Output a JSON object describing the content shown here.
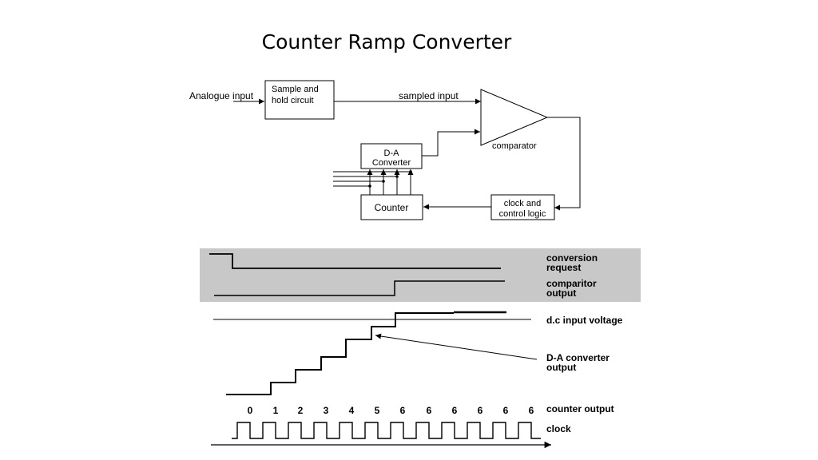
{
  "slide": {
    "title": "Counter Ramp Converter"
  },
  "block_diagram": {
    "analogue_input": "Analogue input",
    "sample_hold": [
      "Sample and",
      "hold circuit"
    ],
    "sampled_input": "sampled input",
    "comparator": "comparator",
    "dac": [
      "D-A",
      "Converter"
    ],
    "counter": "Counter",
    "clock_logic": [
      "clock and",
      "control logic"
    ]
  },
  "timing_diagram": {
    "labels": {
      "conversion_request": [
        "conversion",
        "request"
      ],
      "comparator_output": [
        "comparitor",
        "output"
      ],
      "dc_input": "d.c input voltage",
      "dac_output": [
        "D-A converter",
        "output"
      ],
      "counter_output": "counter output",
      "clock": "clock"
    },
    "counter_values": [
      "0",
      "1",
      "2",
      "3",
      "4",
      "5",
      "6",
      "6",
      "6",
      "6",
      "6",
      "6"
    ]
  },
  "colors": {
    "line": "#000000",
    "shaded_band": "#c8c8c8"
  }
}
